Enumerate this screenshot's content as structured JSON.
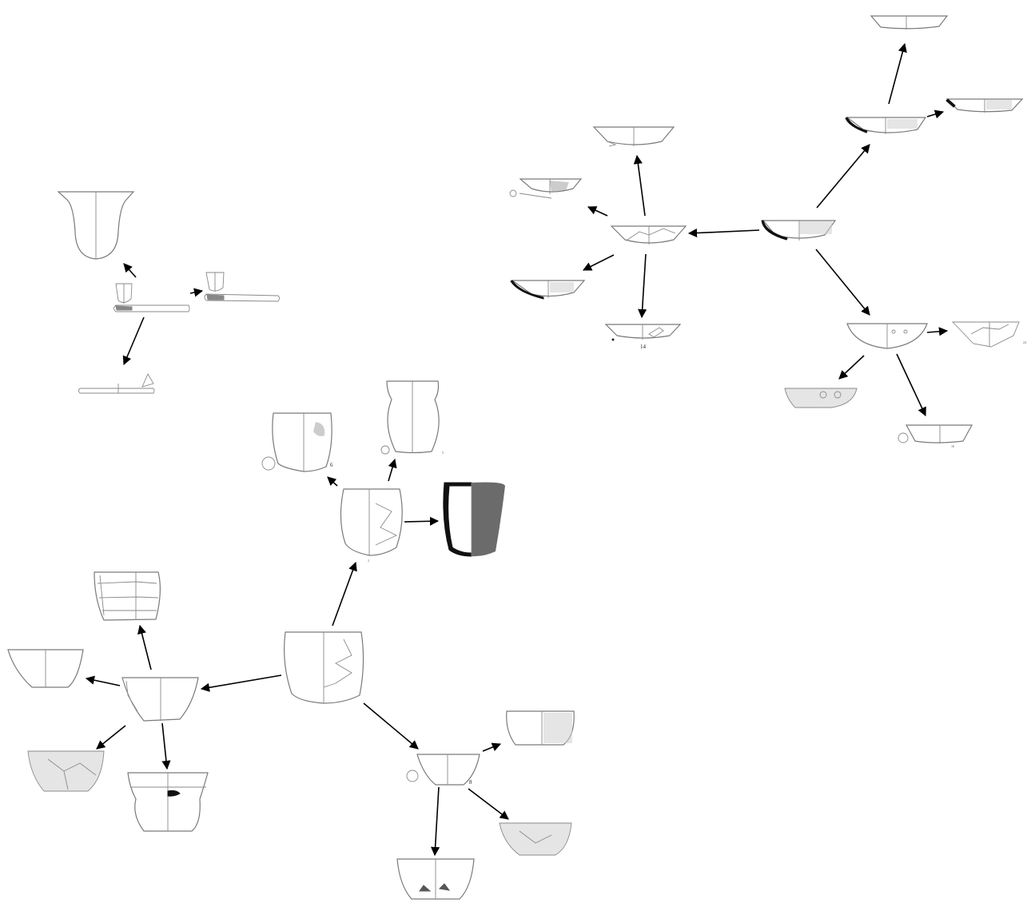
{
  "figure_labels": {
    "bowl_14": "14",
    "bowl_10": "10",
    "bowl_24": "24",
    "pot_6": "6",
    "pot_5": "5",
    "pot_2": "2",
    "bowl_8": "8"
  }
}
